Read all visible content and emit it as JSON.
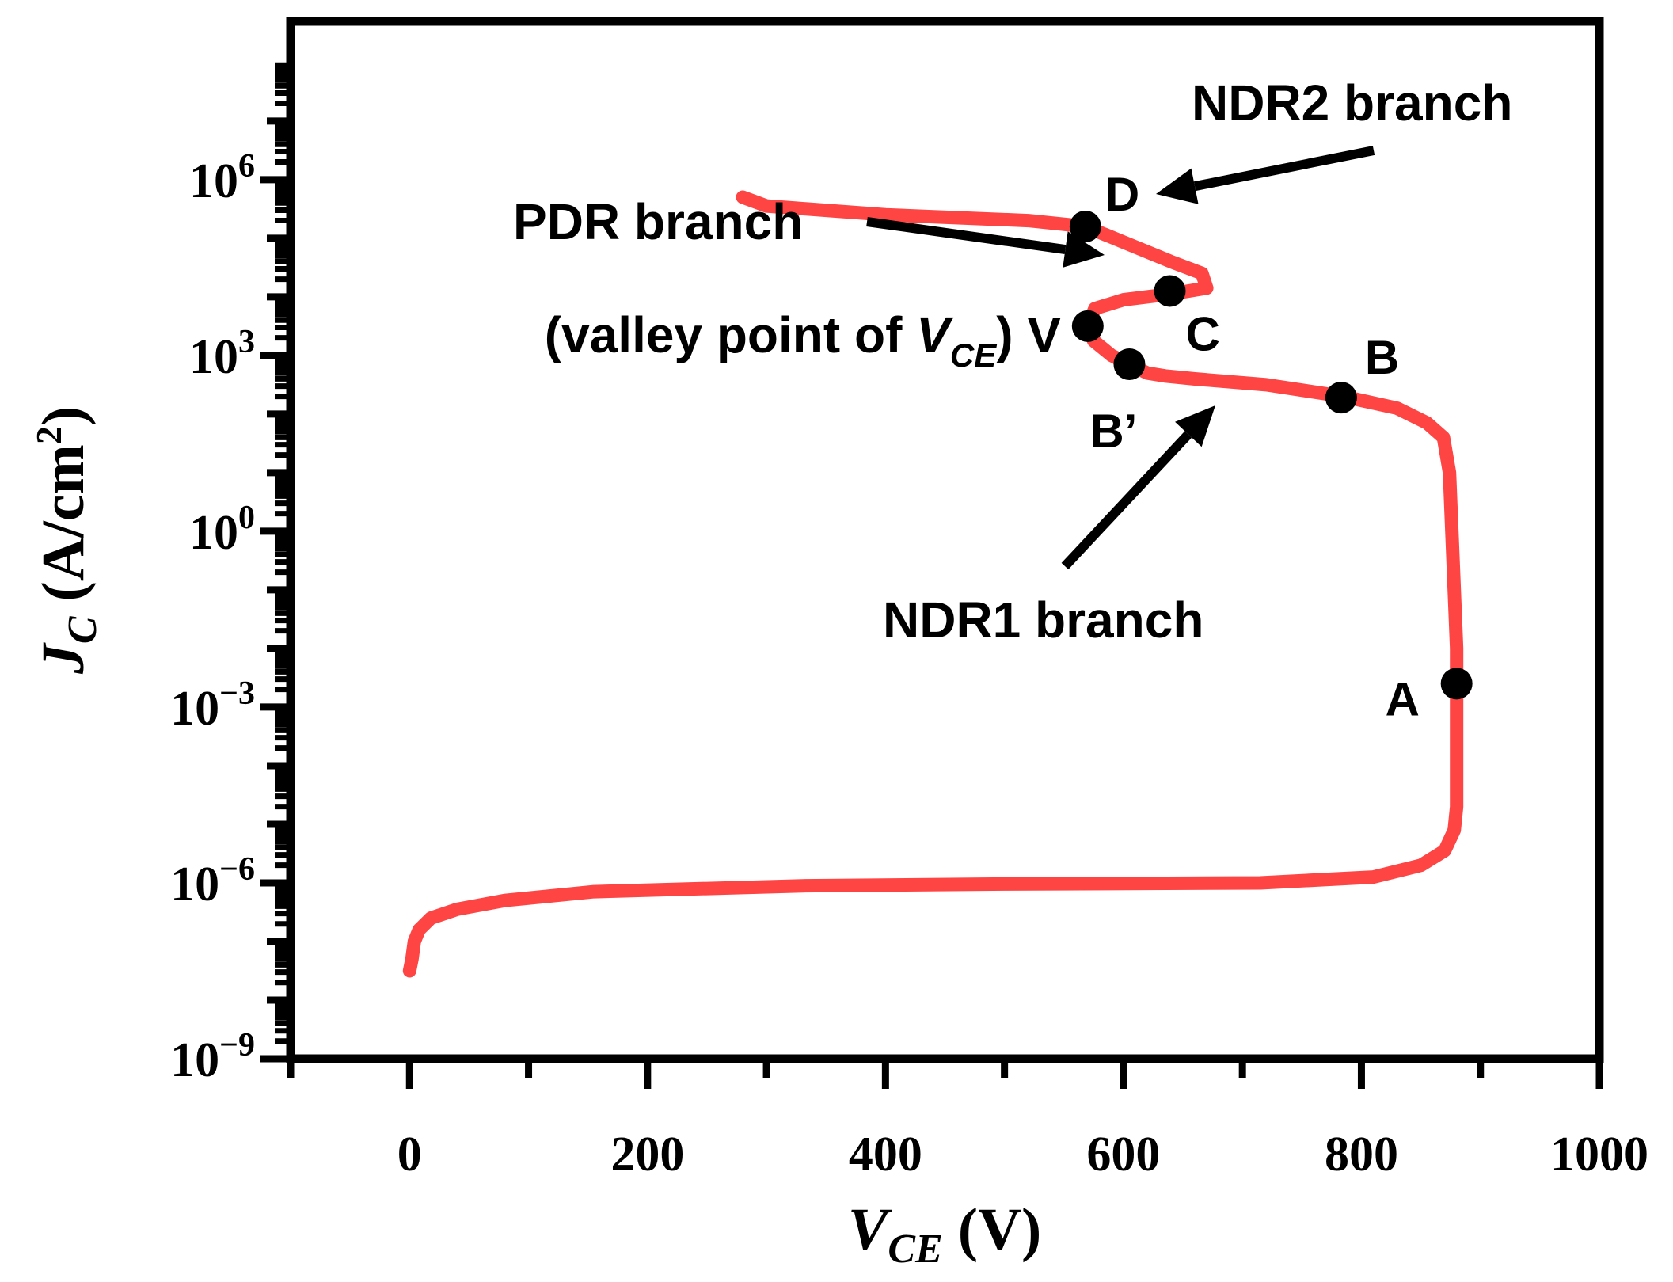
{
  "chart_data": {
    "type": "line",
    "xlabel": {
      "main": "V",
      "sub": "CE",
      "unit": " (V)"
    },
    "ylabel": {
      "main": "J",
      "sub": "C",
      "unit_pre": " (A/cm",
      "unit_sup": "2",
      "unit_post": ")"
    },
    "xlim": [
      -100,
      1000
    ],
    "ylim_log10": [
      -9,
      8.7
    ],
    "y_scale": "log",
    "grid": false,
    "x_ticks": [
      {
        "value": 0,
        "label": "0"
      },
      {
        "value": 200,
        "label": "200"
      },
      {
        "value": 400,
        "label": "400"
      },
      {
        "value": 600,
        "label": "600"
      },
      {
        "value": 800,
        "label": "800"
      },
      {
        "value": 1000,
        "label": "1000"
      }
    ],
    "y_ticks": [
      {
        "exp": -9,
        "base": "10",
        "sup": "−9"
      },
      {
        "exp": -6,
        "base": "10",
        "sup": "−6"
      },
      {
        "exp": -3,
        "base": "10",
        "sup": "−3"
      },
      {
        "exp": 0,
        "base": "10",
        "sup": "0"
      },
      {
        "exp": 3,
        "base": "10",
        "sup": "3"
      },
      {
        "exp": 6,
        "base": "10",
        "sup": "6"
      }
    ],
    "series": [
      {
        "color": "#ff4444",
        "points_log10": [
          [
            0,
            -7.5
          ],
          [
            2,
            -7.3
          ],
          [
            4,
            -7.0
          ],
          [
            8,
            -6.8
          ],
          [
            18,
            -6.6
          ],
          [
            40,
            -6.45
          ],
          [
            80,
            -6.3
          ],
          [
            155,
            -6.15
          ],
          [
            330,
            -6.05
          ],
          [
            500,
            -6.02
          ],
          [
            715,
            -6.0
          ],
          [
            810,
            -5.9
          ],
          [
            850,
            -5.7
          ],
          [
            870,
            -5.45
          ],
          [
            878,
            -5.1
          ],
          [
            880,
            -4.7
          ],
          [
            880,
            -4.0
          ],
          [
            880,
            -3.0
          ],
          [
            880,
            -2.0
          ],
          [
            878,
            -1.0
          ],
          [
            876,
            0.0
          ],
          [
            874,
            1.0
          ],
          [
            869,
            1.6
          ],
          [
            855,
            1.85
          ],
          [
            830,
            2.1
          ],
          [
            785,
            2.3
          ],
          [
            720,
            2.5
          ],
          [
            660,
            2.6
          ],
          [
            635,
            2.65
          ],
          [
            620,
            2.7
          ],
          [
            605,
            2.85
          ],
          [
            590,
            3.0
          ],
          [
            575,
            3.25
          ],
          [
            570,
            3.5
          ],
          [
            576,
            3.8
          ],
          [
            600,
            3.95
          ],
          [
            640,
            4.05
          ],
          [
            670,
            4.15
          ],
          [
            666,
            4.4
          ],
          [
            640,
            4.6
          ],
          [
            598,
            4.95
          ],
          [
            568,
            5.2
          ],
          [
            520,
            5.3
          ],
          [
            400,
            5.4
          ],
          [
            300,
            5.55
          ],
          [
            280,
            5.7
          ]
        ]
      }
    ],
    "points": [
      {
        "name": "A",
        "x": 880,
        "y_log10": -2.6
      },
      {
        "name": "B",
        "x": 783,
        "y_log10": 2.28
      },
      {
        "name": "B’",
        "x": 605,
        "y_log10": 2.85
      },
      {
        "name": "V",
        "x": 570,
        "y_log10": 3.5
      },
      {
        "name": "C",
        "x": 639,
        "y_log10": 4.1
      },
      {
        "name": "D",
        "x": 568,
        "y_log10": 5.2
      }
    ],
    "annotations": [
      {
        "text": "NDR2 branch"
      },
      {
        "text": "PDR branch"
      },
      {
        "text": "NDR1 branch"
      },
      {
        "pre": "(valley point of ",
        "italic": "V",
        "sub": "CE",
        "post": ") V"
      }
    ]
  }
}
